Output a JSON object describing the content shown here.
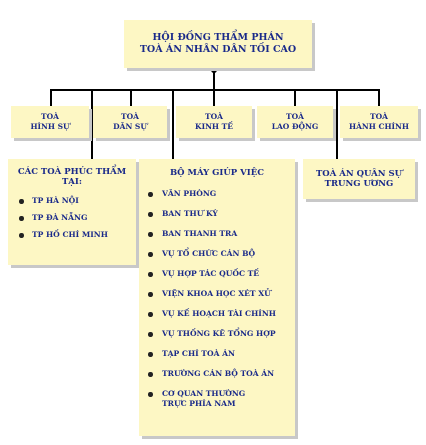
{
  "top": {
    "line1": "HỘI ĐỒNG THẨM PHÁN",
    "line2": "TOÀ ÁN NHÂN DÂN TỐI CAO"
  },
  "courts": [
    {
      "line1": "TOÀ",
      "line2": "HÌNH SỰ"
    },
    {
      "line1": "TOÀ",
      "line2": "DÂN SỰ"
    },
    {
      "line1": "TOÀ",
      "line2": "KINH TẾ"
    },
    {
      "line1": "TOÀ",
      "line2": "LAO ĐỘNG"
    },
    {
      "line1": "TOÀ",
      "line2": "HÀNH CHÍNH"
    }
  ],
  "appeal": {
    "title1": "CÁC TOÀ PHÚC THẨM",
    "title2": "TẠI:",
    "items": [
      "TP HÀ NỘI",
      "TP ĐÀ NẴNG",
      "TP HỒ CHÍ MINH"
    ]
  },
  "apparatus": {
    "title": "BỘ MÁY GIÚP VIỆC",
    "items": [
      "VĂN PHÒNG",
      "BAN THƯ KÝ",
      "BAN THANH TRA",
      "VỤ TỔ CHỨC CÁN BỘ",
      "VỤ HỢP TÁC QUỐC TẾ",
      "VIỆN KHOA HỌC XÉT XỬ",
      "VỤ KẾ HOẠCH TÀI CHÍNH",
      "VỤ THỐNG KÊ TỔNG HỢP",
      "TẠP CHÍ TOÀ ÁN",
      "TRƯỜNG CÁN BỘ TOÀ ÁN",
      "CƠ QUAN THƯỜNG TRỰC PHÍA NAM"
    ]
  },
  "military": {
    "line1": "TOÀ ÁN QUÂN SỰ",
    "line2": "TRUNG ƯƠNG"
  }
}
